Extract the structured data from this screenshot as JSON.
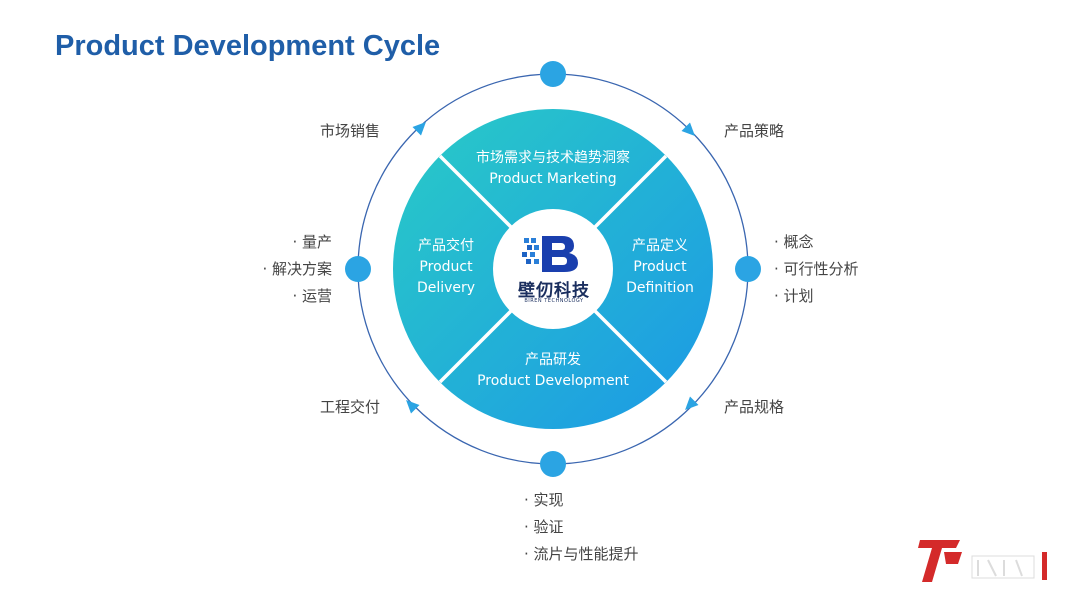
{
  "title": "Product Development Cycle",
  "center_logo": {
    "name": "壁仞科技",
    "subtitle": "BIREN TECHNOLOGY"
  },
  "segments": {
    "top": {
      "line1": "市场需求与技术趋势洞察",
      "line2": "Product  Marketing"
    },
    "right": {
      "line1": "产品定义",
      "line2": "Product",
      "line3": "Definition"
    },
    "bottom": {
      "line1": "产品研发",
      "line2": "Product  Development"
    },
    "left": {
      "line1": "产品交付",
      "line2": "Product",
      "line3": "Delivery"
    }
  },
  "arc_labels": {
    "top_left": "市场销售",
    "top_right": "产品策略",
    "bottom_left": "工程交付",
    "bottom_right": "产品规格"
  },
  "lists": {
    "left": [
      "· 量产",
      "· 解决方案",
      "· 运营"
    ],
    "right": [
      "· 概念",
      "· 可行性分析",
      "· 计划"
    ],
    "bottom": [
      "· 实现",
      "· 验证",
      "· 流片与性能提升"
    ]
  },
  "colors": {
    "title": "#1f5ea8",
    "ring": "#2f6fc0",
    "node": "#2ba4e3",
    "segment_light": "#28c4cc",
    "segment_dark": "#1d9fe0",
    "corner_logo": "#d42a2a"
  }
}
